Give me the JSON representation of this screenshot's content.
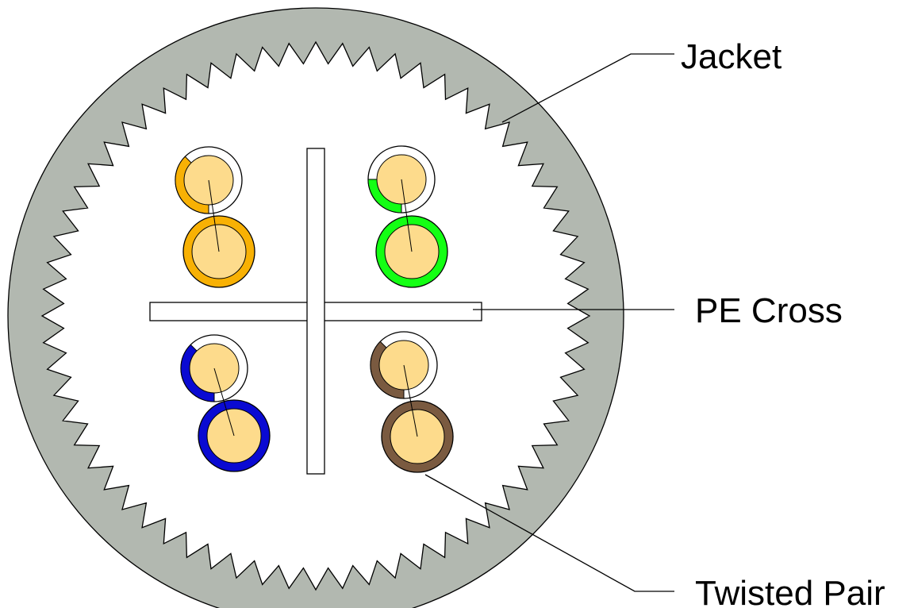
{
  "labels": {
    "jacket": "Jacket",
    "pe_cross": "PE Cross",
    "twisted_pair": "Twisted Pair"
  },
  "colors": {
    "jacket": "#b2b8b0",
    "conductor": "#fddb8c",
    "pair_orange": "#f8b104",
    "pair_green": "#14ff14",
    "pair_blue": "#0a0ad2",
    "pair_brown": "#7a5a40"
  },
  "pairs": [
    {
      "name": "orange",
      "color_key": "pair_orange"
    },
    {
      "name": "green",
      "color_key": "pair_green"
    },
    {
      "name": "blue",
      "color_key": "pair_blue"
    },
    {
      "name": "brown",
      "color_key": "pair_brown"
    }
  ]
}
